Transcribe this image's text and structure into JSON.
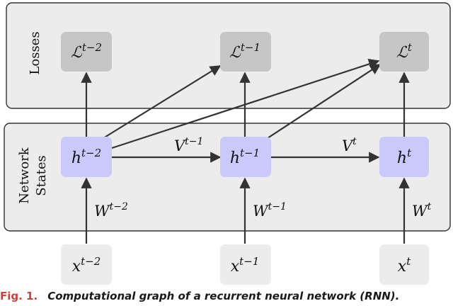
{
  "panels": {
    "losses": "Losses",
    "states_line1": "Network",
    "states_line2": "States"
  },
  "nodes": {
    "loss_tm2": {
      "base": "ℒ",
      "sup": "t−2"
    },
    "loss_tm1": {
      "base": "ℒ",
      "sup": "t−1"
    },
    "loss_t": {
      "base": "ℒ",
      "sup": "t"
    },
    "state_tm2": {
      "base": "h",
      "sup": "t−2"
    },
    "state_tm1": {
      "base": "h",
      "sup": "t−1"
    },
    "state_t": {
      "base": "h",
      "sup": "t"
    },
    "input_tm2": {
      "base": "x",
      "sup": "t−2"
    },
    "input_tm1": {
      "base": "x",
      "sup": "t−1"
    },
    "input_t": {
      "base": "x",
      "sup": "t"
    }
  },
  "edges": {
    "v_tm1": {
      "base": "V",
      "sup": "t−1"
    },
    "v_t": {
      "base": "V",
      "sup": "t"
    },
    "w_tm2": {
      "base": "W",
      "sup": "t−2"
    },
    "w_tm1": {
      "base": "W",
      "sup": "t−1"
    },
    "w_t": {
      "base": "W",
      "sup": "t"
    }
  },
  "caption": {
    "fig": "Fig. 1.",
    "text": "Computational graph of a recurrent neural network (RNN)."
  },
  "colors": {
    "panel_fill": "#ececec",
    "panel_stroke": "#333333",
    "loss_fill": "#c6c6c6",
    "state_fill": "#c9c9fb",
    "input_fill": "#ececec",
    "arrow": "#333333",
    "caption_fig": "#c8413f"
  }
}
